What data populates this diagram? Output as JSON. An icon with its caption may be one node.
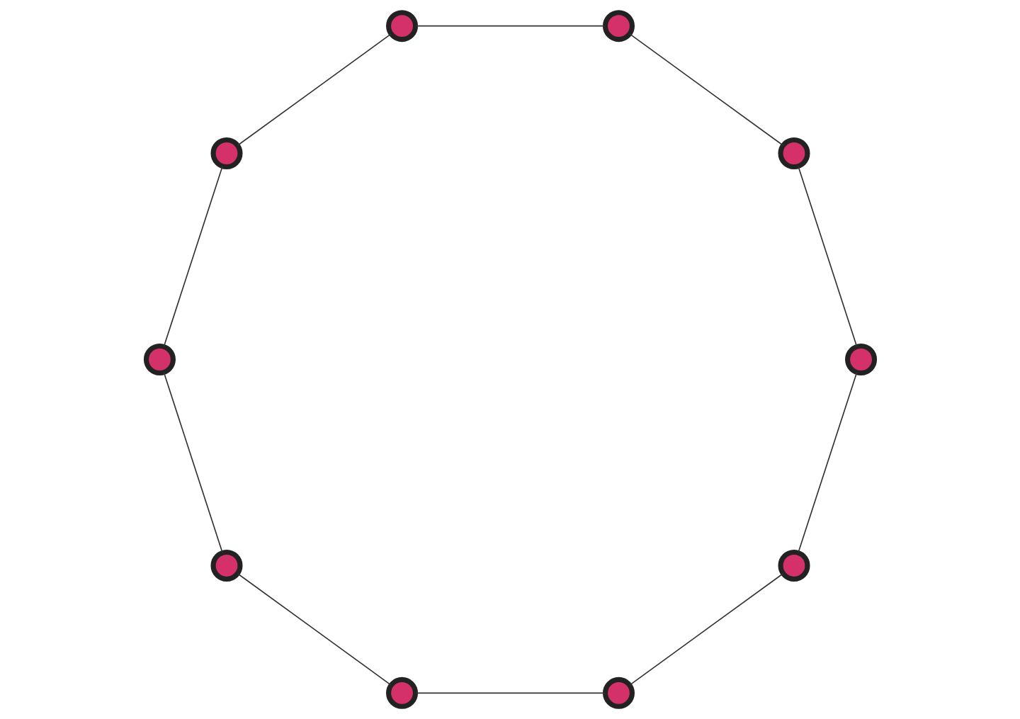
{
  "diagram": {
    "nodes": [
      {
        "text": [],
        "shape": "circle"
      },
      {
        "text": [],
        "shape": "circle"
      },
      {
        "text": [],
        "shape": "circle"
      },
      {
        "text": [],
        "shape": "circle"
      },
      {
        "text": [],
        "shape": "circle"
      },
      {
        "text": [],
        "shape": "circle"
      },
      {
        "text": [],
        "shape": "circle"
      },
      {
        "text": [],
        "shape": "circle"
      },
      {
        "text": [],
        "shape": "circle"
      },
      {
        "text": [],
        "shape": "circle"
      }
    ],
    "edges": [
      {
        "from": 4,
        "to": 5,
        "arrow": "none"
      },
      {
        "from": 5,
        "to": 7,
        "arrow": "none"
      },
      {
        "from": 7,
        "to": 9,
        "arrow": "none"
      },
      {
        "from": 9,
        "to": 8,
        "arrow": "none"
      },
      {
        "from": 8,
        "to": 6,
        "arrow": "none"
      },
      {
        "from": 6,
        "to": 3,
        "arrow": "none"
      },
      {
        "from": 3,
        "to": 1,
        "arrow": "none"
      },
      {
        "from": 1,
        "to": 0,
        "arrow": "none"
      },
      {
        "from": 0,
        "to": 2,
        "arrow": "none"
      },
      {
        "from": 2,
        "to": 4,
        "arrow": "none"
      }
    ]
  }
}
